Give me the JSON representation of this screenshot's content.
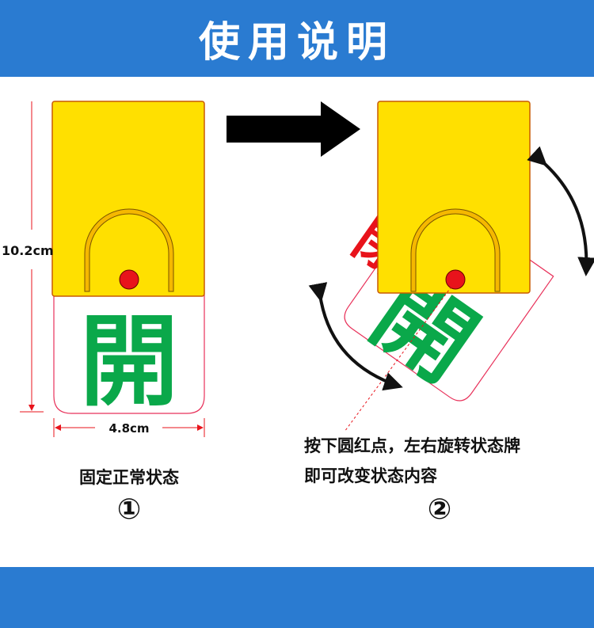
{
  "header": {
    "title": "使用说明"
  },
  "left": {
    "height_label": "10.2cm",
    "width_label": "4.8cm",
    "card_char": "開",
    "caption": "固定正常状态",
    "step": "①"
  },
  "right": {
    "card_char": "開",
    "back_char": "閉",
    "caption_line1": "按下圆红点，左右旋转状态牌",
    "caption_line2": "即可改变状态内容",
    "step": "②"
  },
  "colors": {
    "header": "#2a7bd1",
    "yellow": "#ffe000",
    "green": "#0aa84a",
    "red": "#e8131b"
  }
}
